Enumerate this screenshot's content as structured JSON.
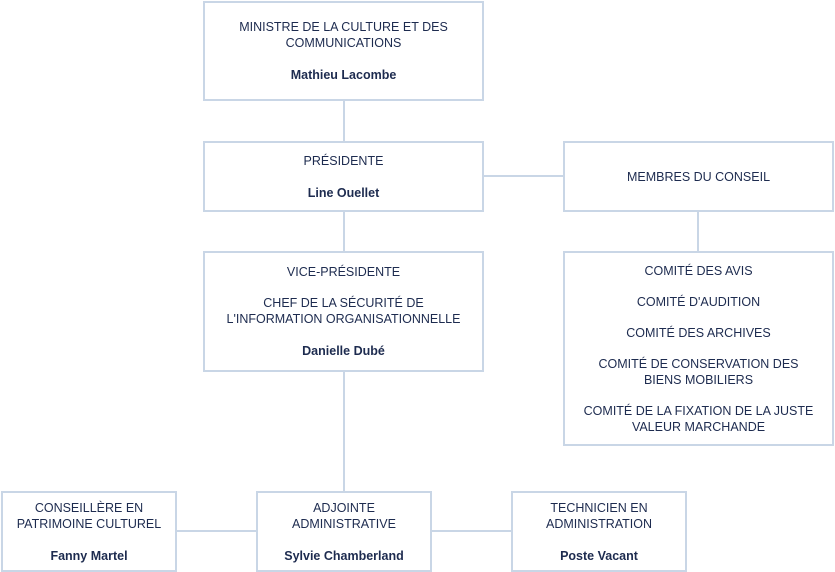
{
  "chart_title": "",
  "nodes": {
    "ministre": {
      "title": "MINISTRE DE LA CULTURE ET DES COMMUNICATIONS",
      "name": "Mathieu Lacombe"
    },
    "presidente": {
      "title": "PRÉSIDENTE",
      "name": "Line Ouellet"
    },
    "membres": {
      "title": "MEMBRES DU CONSEIL"
    },
    "vice": {
      "title": "VICE-PRÉSIDENTE",
      "subtitle": "CHEF DE LA SÉCURITÉ DE L'INFORMATION ORGANISATIONNELLE",
      "name": "Danielle Dubé"
    },
    "comites": {
      "items": [
        "COMITÉ DES AVIS",
        "COMITÉ D'AUDITION",
        "COMITÉ DES ARCHIVES",
        "COMITÉ DE CONSERVATION DES BIENS MOBILIERS",
        "COMITÉ DE LA FIXATION DE LA JUSTE VALEUR MARCHANDE"
      ]
    },
    "conseillere": {
      "title": "CONSEILLÈRE EN PATRIMOINE CULTUREL",
      "name": "Fanny Martel"
    },
    "adjointe": {
      "title": "ADJOINTE ADMINISTRATIVE",
      "name": "Sylvie Chamberland"
    },
    "technicien": {
      "title": "TECHNICIEN EN ADMINISTRATION",
      "name": "Poste Vacant"
    }
  },
  "colors": {
    "border": "#c9d6e6",
    "text": "#1d2b4f"
  }
}
